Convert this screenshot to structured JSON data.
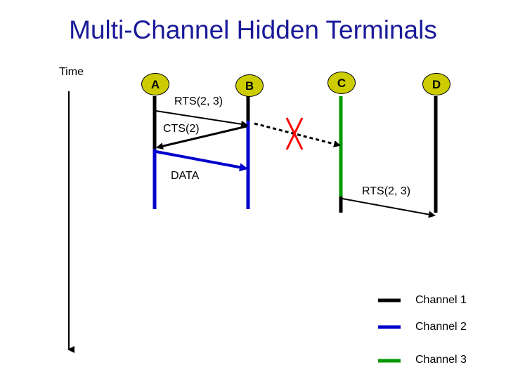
{
  "title": "Multi-Channel Hidden Terminals",
  "time_label": "Time",
  "nodes": {
    "a": "A",
    "b": "B",
    "c": "C",
    "d": "D"
  },
  "messages": {
    "rts_ab": "RTS(2, 3)",
    "cts_ba": "CTS(2)",
    "data_ab": "DATA",
    "rts_cd": "RTS(2, 3)"
  },
  "legend": [
    {
      "label": "Channel 1",
      "color": "#000000"
    },
    {
      "label": "Channel 2",
      "color": "#0000cc"
    },
    {
      "label": "Channel 3",
      "color": "#009900"
    }
  ],
  "colors": {
    "title": "#1a1a99",
    "node_fill": "#cccc00",
    "collision_x": "#ff0000"
  }
}
